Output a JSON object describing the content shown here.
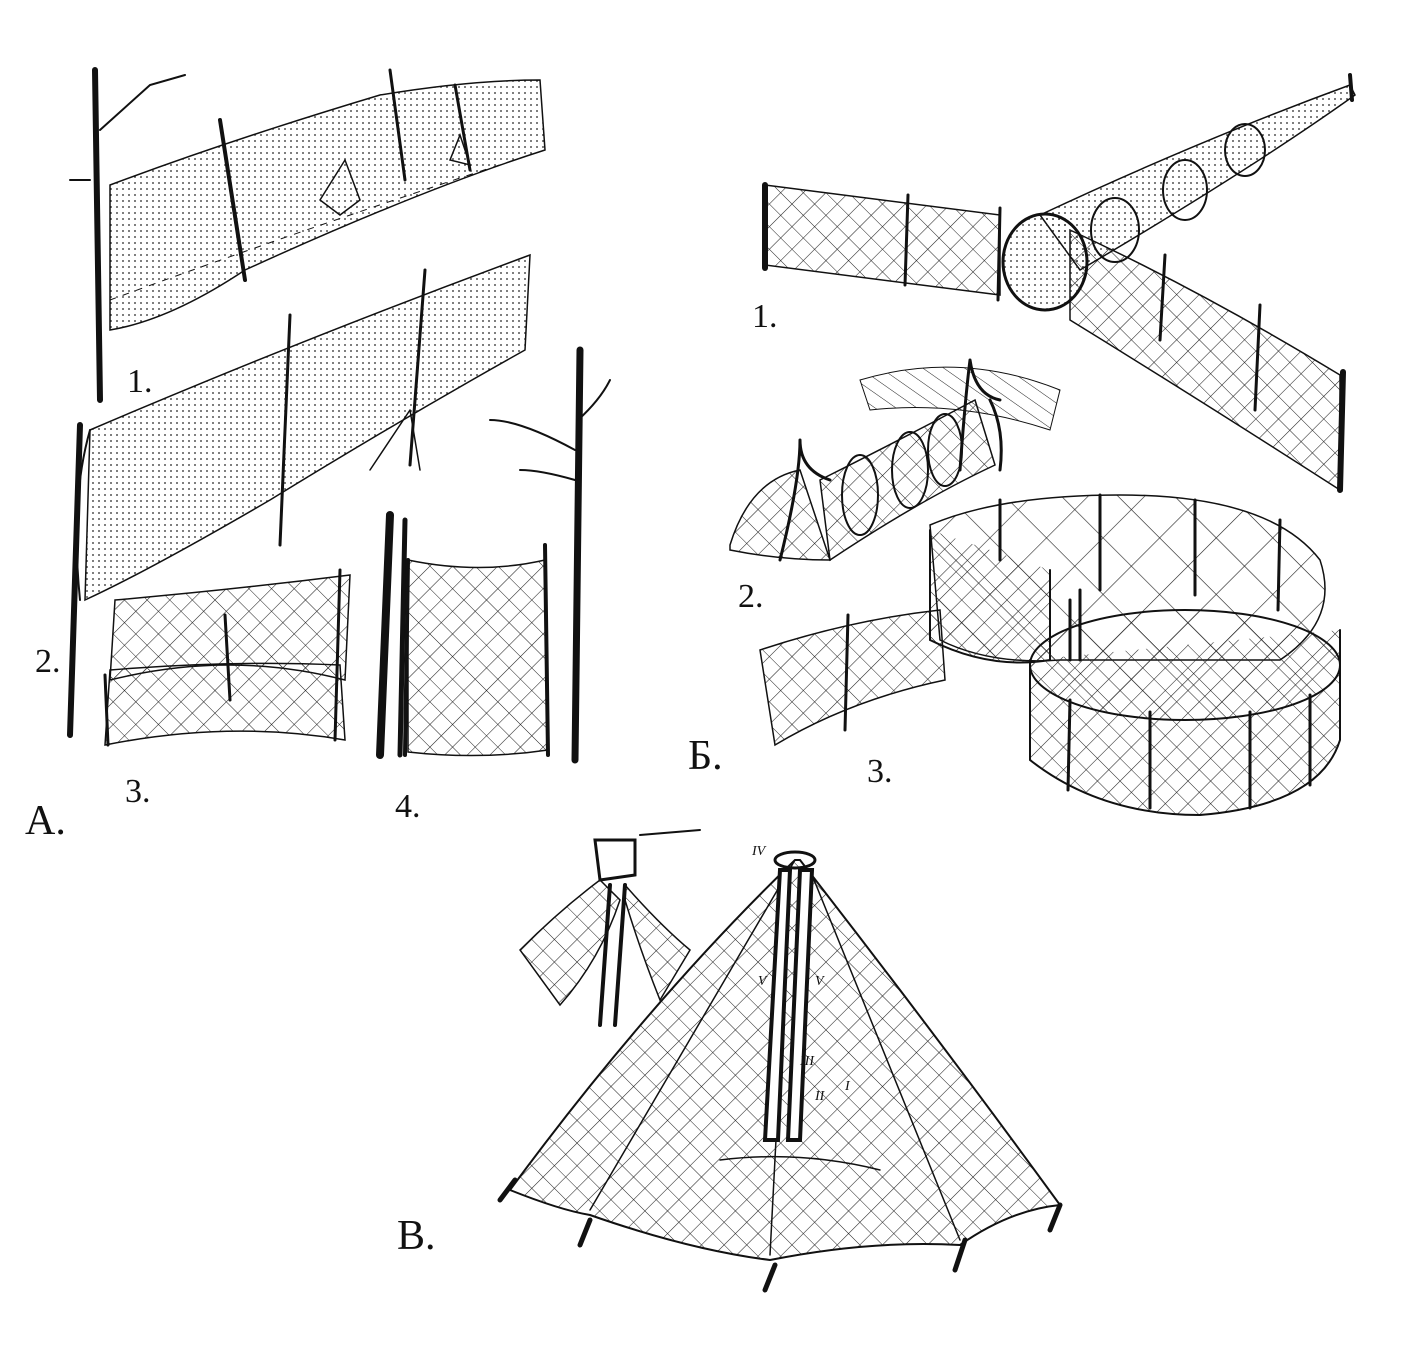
{
  "panel_a": {
    "section_label": "А.",
    "fig_1": "1.",
    "fig_2": "2.",
    "fig_3": "3.",
    "fig_4": "4."
  },
  "panel_b": {
    "section_label": "Б.",
    "fig_1": "1.",
    "fig_2": "2.",
    "fig_3": "3."
  },
  "panel_v": {
    "section_label": "В.",
    "roman_marks": [
      "IV",
      "V",
      "V",
      "III",
      "II",
      "I"
    ]
  },
  "colors": {
    "ink": "#111111",
    "paper": "#ffffff"
  }
}
